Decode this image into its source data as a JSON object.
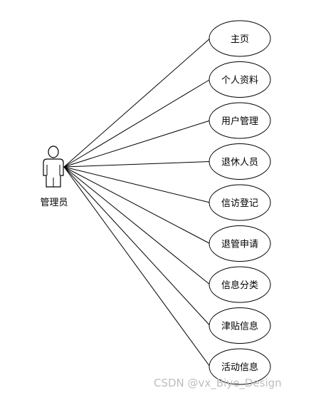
{
  "actor": {
    "label": "管理员",
    "icon": "person-icon"
  },
  "use_cases": [
    {
      "label": "主页"
    },
    {
      "label": "个人资料"
    },
    {
      "label": "用户管理"
    },
    {
      "label": "退休人员"
    },
    {
      "label": "信访登记"
    },
    {
      "label": "退管申请"
    },
    {
      "label": "信息分类"
    },
    {
      "label": "津贴信息"
    },
    {
      "label": "活动信息"
    }
  ],
  "watermark": "CSDN @vx_Biye_Design"
}
